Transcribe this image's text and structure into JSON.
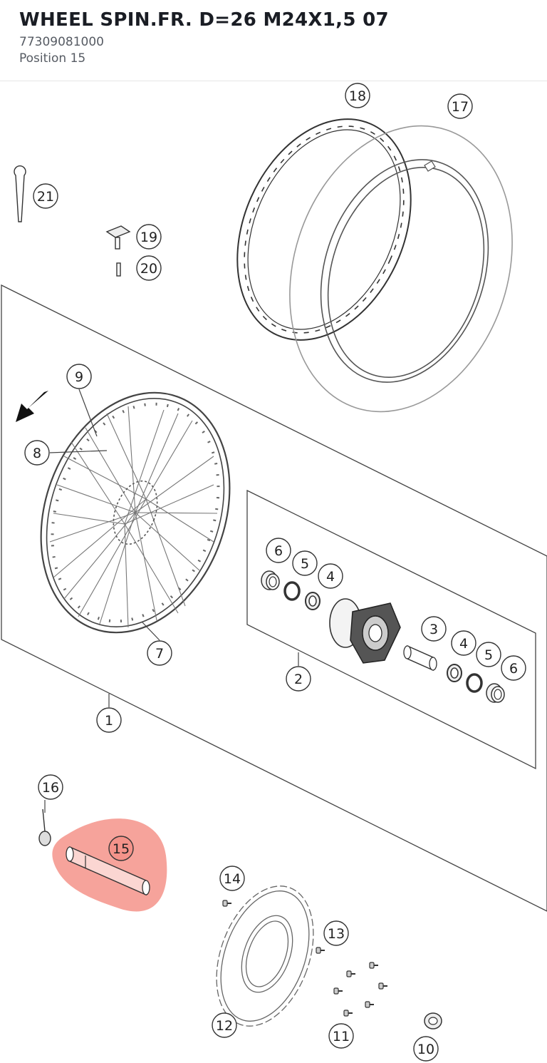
{
  "header": {
    "title": "WHEEL SPIN.FR. D=26 M24X1,5 07",
    "part_number": "77309081000",
    "position": "Position 15"
  },
  "colors": {
    "highlight": "#f4938a",
    "line": "#555555"
  },
  "callouts": [
    {
      "id": "1",
      "label": "1"
    },
    {
      "id": "2",
      "label": "2"
    },
    {
      "id": "3",
      "label": "3"
    },
    {
      "id": "4a",
      "label": "4"
    },
    {
      "id": "4b",
      "label": "4"
    },
    {
      "id": "5a",
      "label": "5"
    },
    {
      "id": "5b",
      "label": "5"
    },
    {
      "id": "6a",
      "label": "6"
    },
    {
      "id": "6b",
      "label": "6"
    },
    {
      "id": "7",
      "label": "7"
    },
    {
      "id": "8",
      "label": "8"
    },
    {
      "id": "9",
      "label": "9"
    },
    {
      "id": "10",
      "label": "10"
    },
    {
      "id": "11",
      "label": "11"
    },
    {
      "id": "12",
      "label": "12"
    },
    {
      "id": "13",
      "label": "13"
    },
    {
      "id": "14",
      "label": "14"
    },
    {
      "id": "15",
      "label": "15",
      "highlighted": true
    },
    {
      "id": "16",
      "label": "16"
    },
    {
      "id": "17",
      "label": "17"
    },
    {
      "id": "18",
      "label": "18"
    },
    {
      "id": "19",
      "label": "19"
    },
    {
      "id": "20",
      "label": "20"
    },
    {
      "id": "21",
      "label": "21"
    }
  ]
}
